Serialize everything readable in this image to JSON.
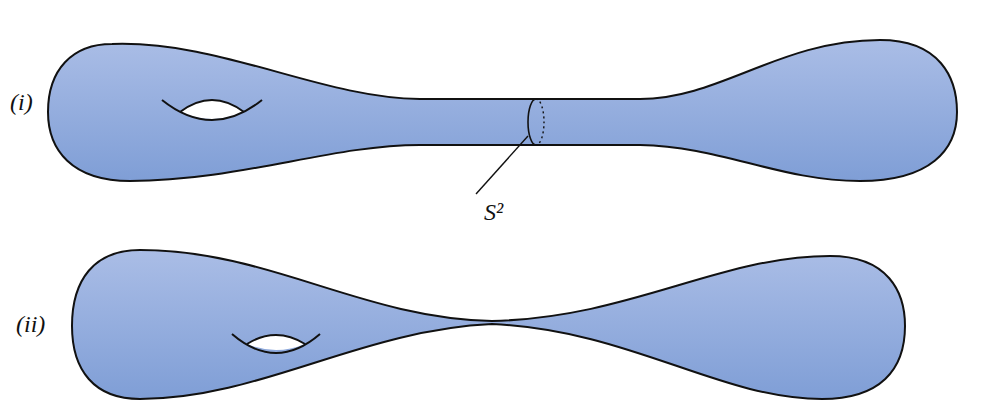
{
  "diagram": {
    "labels": [
      "(i)",
      "(ii)",
      "S²"
    ]
  }
}
